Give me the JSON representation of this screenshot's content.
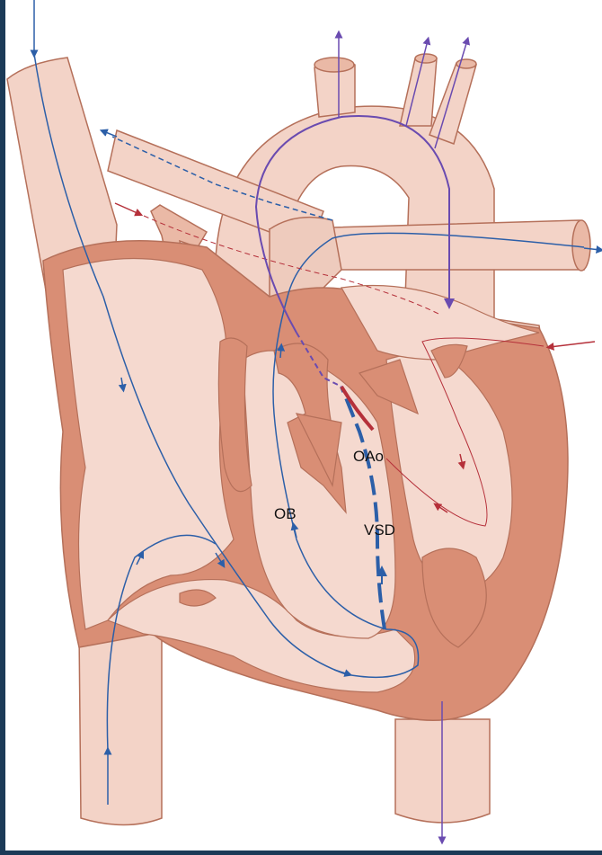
{
  "labels": {
    "oao": "OAo",
    "ob": "OB",
    "vsd": "VSD"
  },
  "colors": {
    "frame": "#1b3a57",
    "background": "#ffffff",
    "tissue_light": "#f5d9cf",
    "tissue_mid": "#eab9a6",
    "myocardium": "#d98e75",
    "outline": "#b5705a",
    "venous_flow": "#2c5fa8",
    "arterial_flow": "#b5303a",
    "aortic_flow": "#6a4bb0"
  }
}
